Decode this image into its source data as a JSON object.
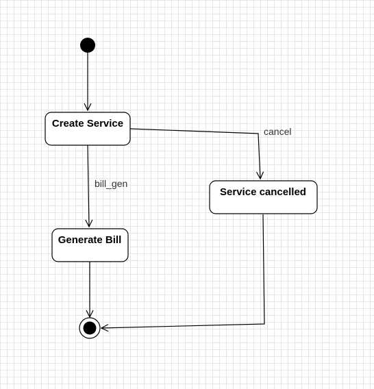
{
  "diagram": {
    "type": "uml-state-diagram",
    "background": "grid",
    "states": {
      "create_service": "Create Service",
      "service_cancelled": "Service cancelled",
      "generate_bill": "Generate Bill"
    },
    "transitions": {
      "cancel": "cancel",
      "bill_gen": "bill_gen"
    }
  }
}
